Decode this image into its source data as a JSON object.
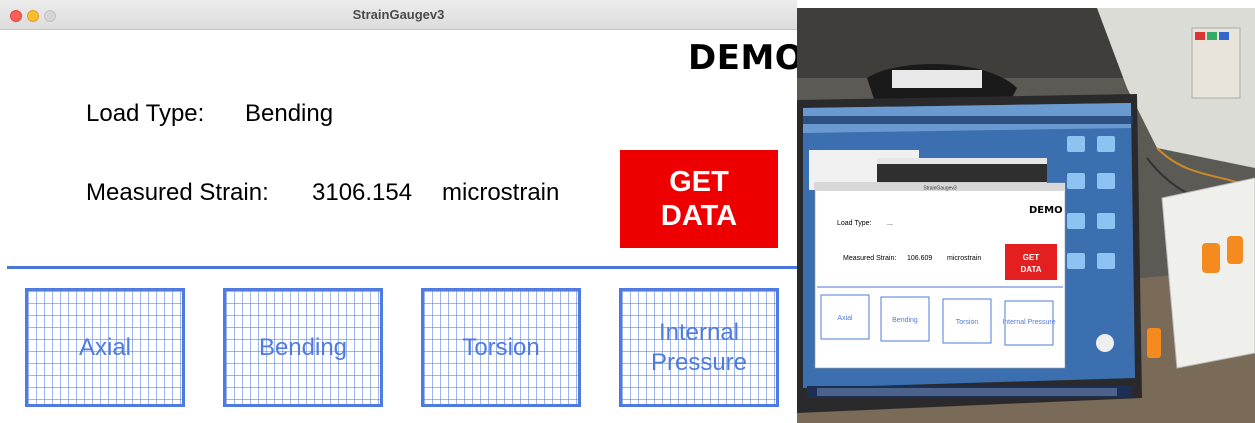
{
  "window": {
    "title": "StrainGaugev3"
  },
  "demo_label": "DEMO",
  "load": {
    "label": "Load Type:",
    "value": "Bending"
  },
  "strain": {
    "label": "Measured Strain:",
    "value": "3106.154",
    "unit": "microstrain"
  },
  "get_data_button": "GET\nDATA",
  "load_buttons": [
    {
      "label": "Axial"
    },
    {
      "label": "Bending"
    },
    {
      "label": "Torsion"
    },
    {
      "label": "Internal\nPressure"
    }
  ],
  "photo": {
    "screen_window": {
      "title": "StrainGaugev3",
      "demo_label": "DEMO",
      "load_label": "Load Type:",
      "load_value": "...",
      "strain_label": "Measured Strain:",
      "strain_value": "106.609",
      "strain_unit": "microstrain",
      "get_data": "GET\nDATA",
      "buttons": [
        "Axial",
        "Bending",
        "Torsion",
        "Internal\nPressure"
      ]
    },
    "colors": {
      "accent_blue": "#4f7be0",
      "button_red": "#ee0000"
    }
  },
  "colors": {
    "accent_blue": "#4f7be0",
    "divider_blue": "#4a76d8",
    "button_red": "#ee0000"
  }
}
